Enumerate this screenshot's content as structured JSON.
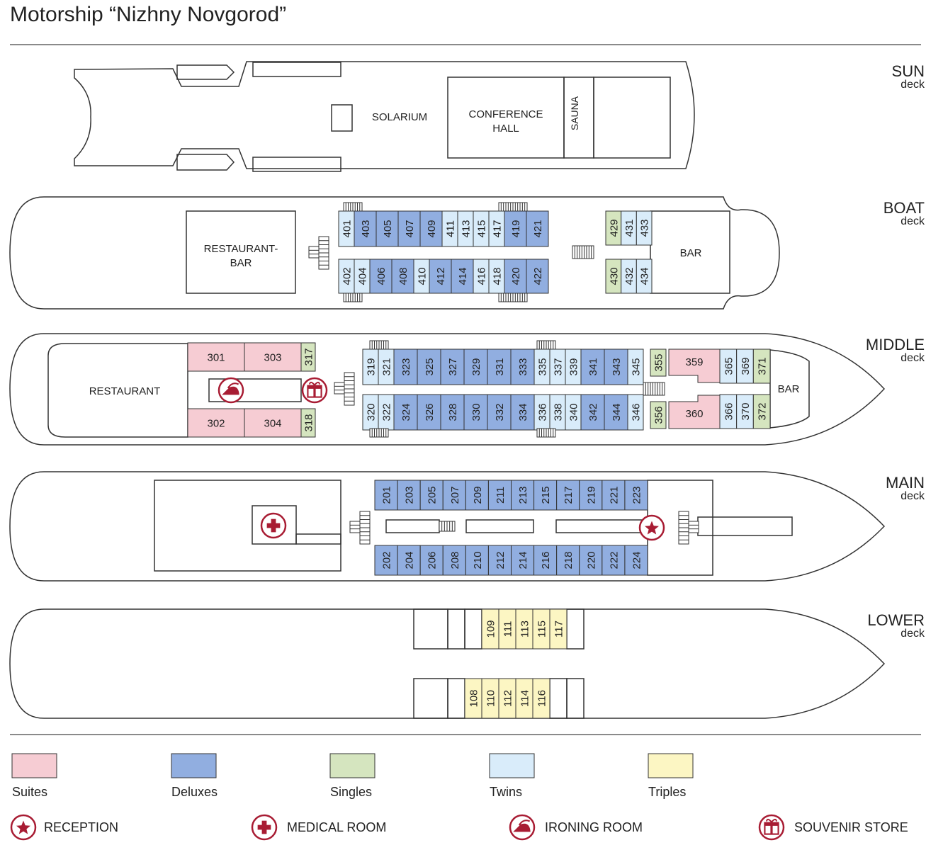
{
  "title": "Motorship “Nizhny Novgorod”",
  "colors": {
    "outline": "#333333",
    "suite": "#f6ccd3",
    "deluxe": "#91aee0",
    "single": "#d5e5bf",
    "twin": "#d9ecfa",
    "triple": "#fcf6c3",
    "accent": "#a81c33"
  },
  "decks": {
    "sun": {
      "name": "SUN",
      "sub": "deck",
      "areas": {
        "solarium": "SOLARIUM",
        "conference_1": "CONFERENCE",
        "conference_2": "HALL",
        "sauna": "SAUNA"
      }
    },
    "boat": {
      "name": "BOAT",
      "sub": "deck",
      "areas": {
        "restaurant_bar_1": "RESTAURANT-",
        "restaurant_bar_2": "BAR",
        "bar": "BAR"
      },
      "cabins_top": [
        "401",
        "403",
        "405",
        "407",
        "409",
        "411",
        "413",
        "415",
        "417",
        "419",
        "421"
      ],
      "cabins_top_types": [
        "twin",
        "deluxe",
        "deluxe",
        "deluxe",
        "deluxe",
        "twin",
        "twin",
        "twin",
        "twin",
        "deluxe",
        "deluxe"
      ],
      "cabins_bottom": [
        "402",
        "404",
        "406",
        "408",
        "410",
        "412",
        "414",
        "416",
        "418",
        "420",
        "422"
      ],
      "cabins_bottom_types": [
        "twin",
        "twin",
        "deluxe",
        "deluxe",
        "twin",
        "deluxe",
        "deluxe",
        "twin",
        "twin",
        "deluxe",
        "deluxe"
      ],
      "cabins_aft_top": [
        "429",
        "431",
        "433"
      ],
      "cabins_aft_top_types": [
        "single",
        "twin",
        "twin"
      ],
      "cabins_aft_bottom": [
        "430",
        "432",
        "434"
      ],
      "cabins_aft_bottom_types": [
        "single",
        "twin",
        "twin"
      ]
    },
    "middle": {
      "name": "MIDDLE",
      "sub": "deck",
      "areas": {
        "restaurant": "RESTAURANT",
        "bar": "BAR"
      },
      "suites_top": [
        "301",
        "303"
      ],
      "suites_bottom": [
        "302",
        "304"
      ],
      "single_317": "317",
      "single_318": "318",
      "cabins_top": [
        "319",
        "321",
        "323",
        "325",
        "327",
        "329",
        "331",
        "333",
        "335",
        "337",
        "339",
        "341",
        "343",
        "345"
      ],
      "cabins_top_types": [
        "twin",
        "twin",
        "deluxe",
        "deluxe",
        "deluxe",
        "deluxe",
        "deluxe",
        "deluxe",
        "twin",
        "twin",
        "twin",
        "deluxe",
        "deluxe",
        "twin"
      ],
      "cabins_bottom": [
        "320",
        "322",
        "324",
        "326",
        "328",
        "330",
        "332",
        "334",
        "336",
        "338",
        "340",
        "342",
        "344",
        "346"
      ],
      "cabins_bottom_types": [
        "twin",
        "twin",
        "deluxe",
        "deluxe",
        "deluxe",
        "deluxe",
        "deluxe",
        "deluxe",
        "twin",
        "twin",
        "twin",
        "deluxe",
        "deluxe",
        "twin"
      ],
      "single_355": "355",
      "single_356": "356",
      "suite_359": "359",
      "suite_360": "360",
      "fore_top": [
        "365",
        "369",
        "371"
      ],
      "fore_top_types": [
        "twin",
        "twin",
        "single"
      ],
      "fore_bottom": [
        "366",
        "370",
        "372"
      ],
      "fore_bottom_types": [
        "twin",
        "twin",
        "single"
      ]
    },
    "main": {
      "name": "MAIN",
      "sub": "deck",
      "cabins_top": [
        "201",
        "203",
        "205",
        "207",
        "209",
        "211",
        "213",
        "215",
        "217",
        "219",
        "221",
        "223"
      ],
      "cabins_bottom": [
        "202",
        "204",
        "206",
        "208",
        "210",
        "212",
        "214",
        "216",
        "218",
        "220",
        "222",
        "224"
      ]
    },
    "lower": {
      "name": "LOWER",
      "sub": "deck",
      "cabins_top": [
        "109",
        "111",
        "113",
        "115",
        "117"
      ],
      "cabins_bottom": [
        "108",
        "110",
        "112",
        "114",
        "116"
      ]
    }
  },
  "legend": {
    "suites": "Suites",
    "deluxes": "Deluxes",
    "singles": "Singles",
    "twins": "Twins",
    "triples": "Triples",
    "reception": "RECEPTION",
    "medical": "MEDICAL ROOM",
    "ironing": "IRONING ROOM",
    "souvenir": "SOUVENIR STORE"
  }
}
